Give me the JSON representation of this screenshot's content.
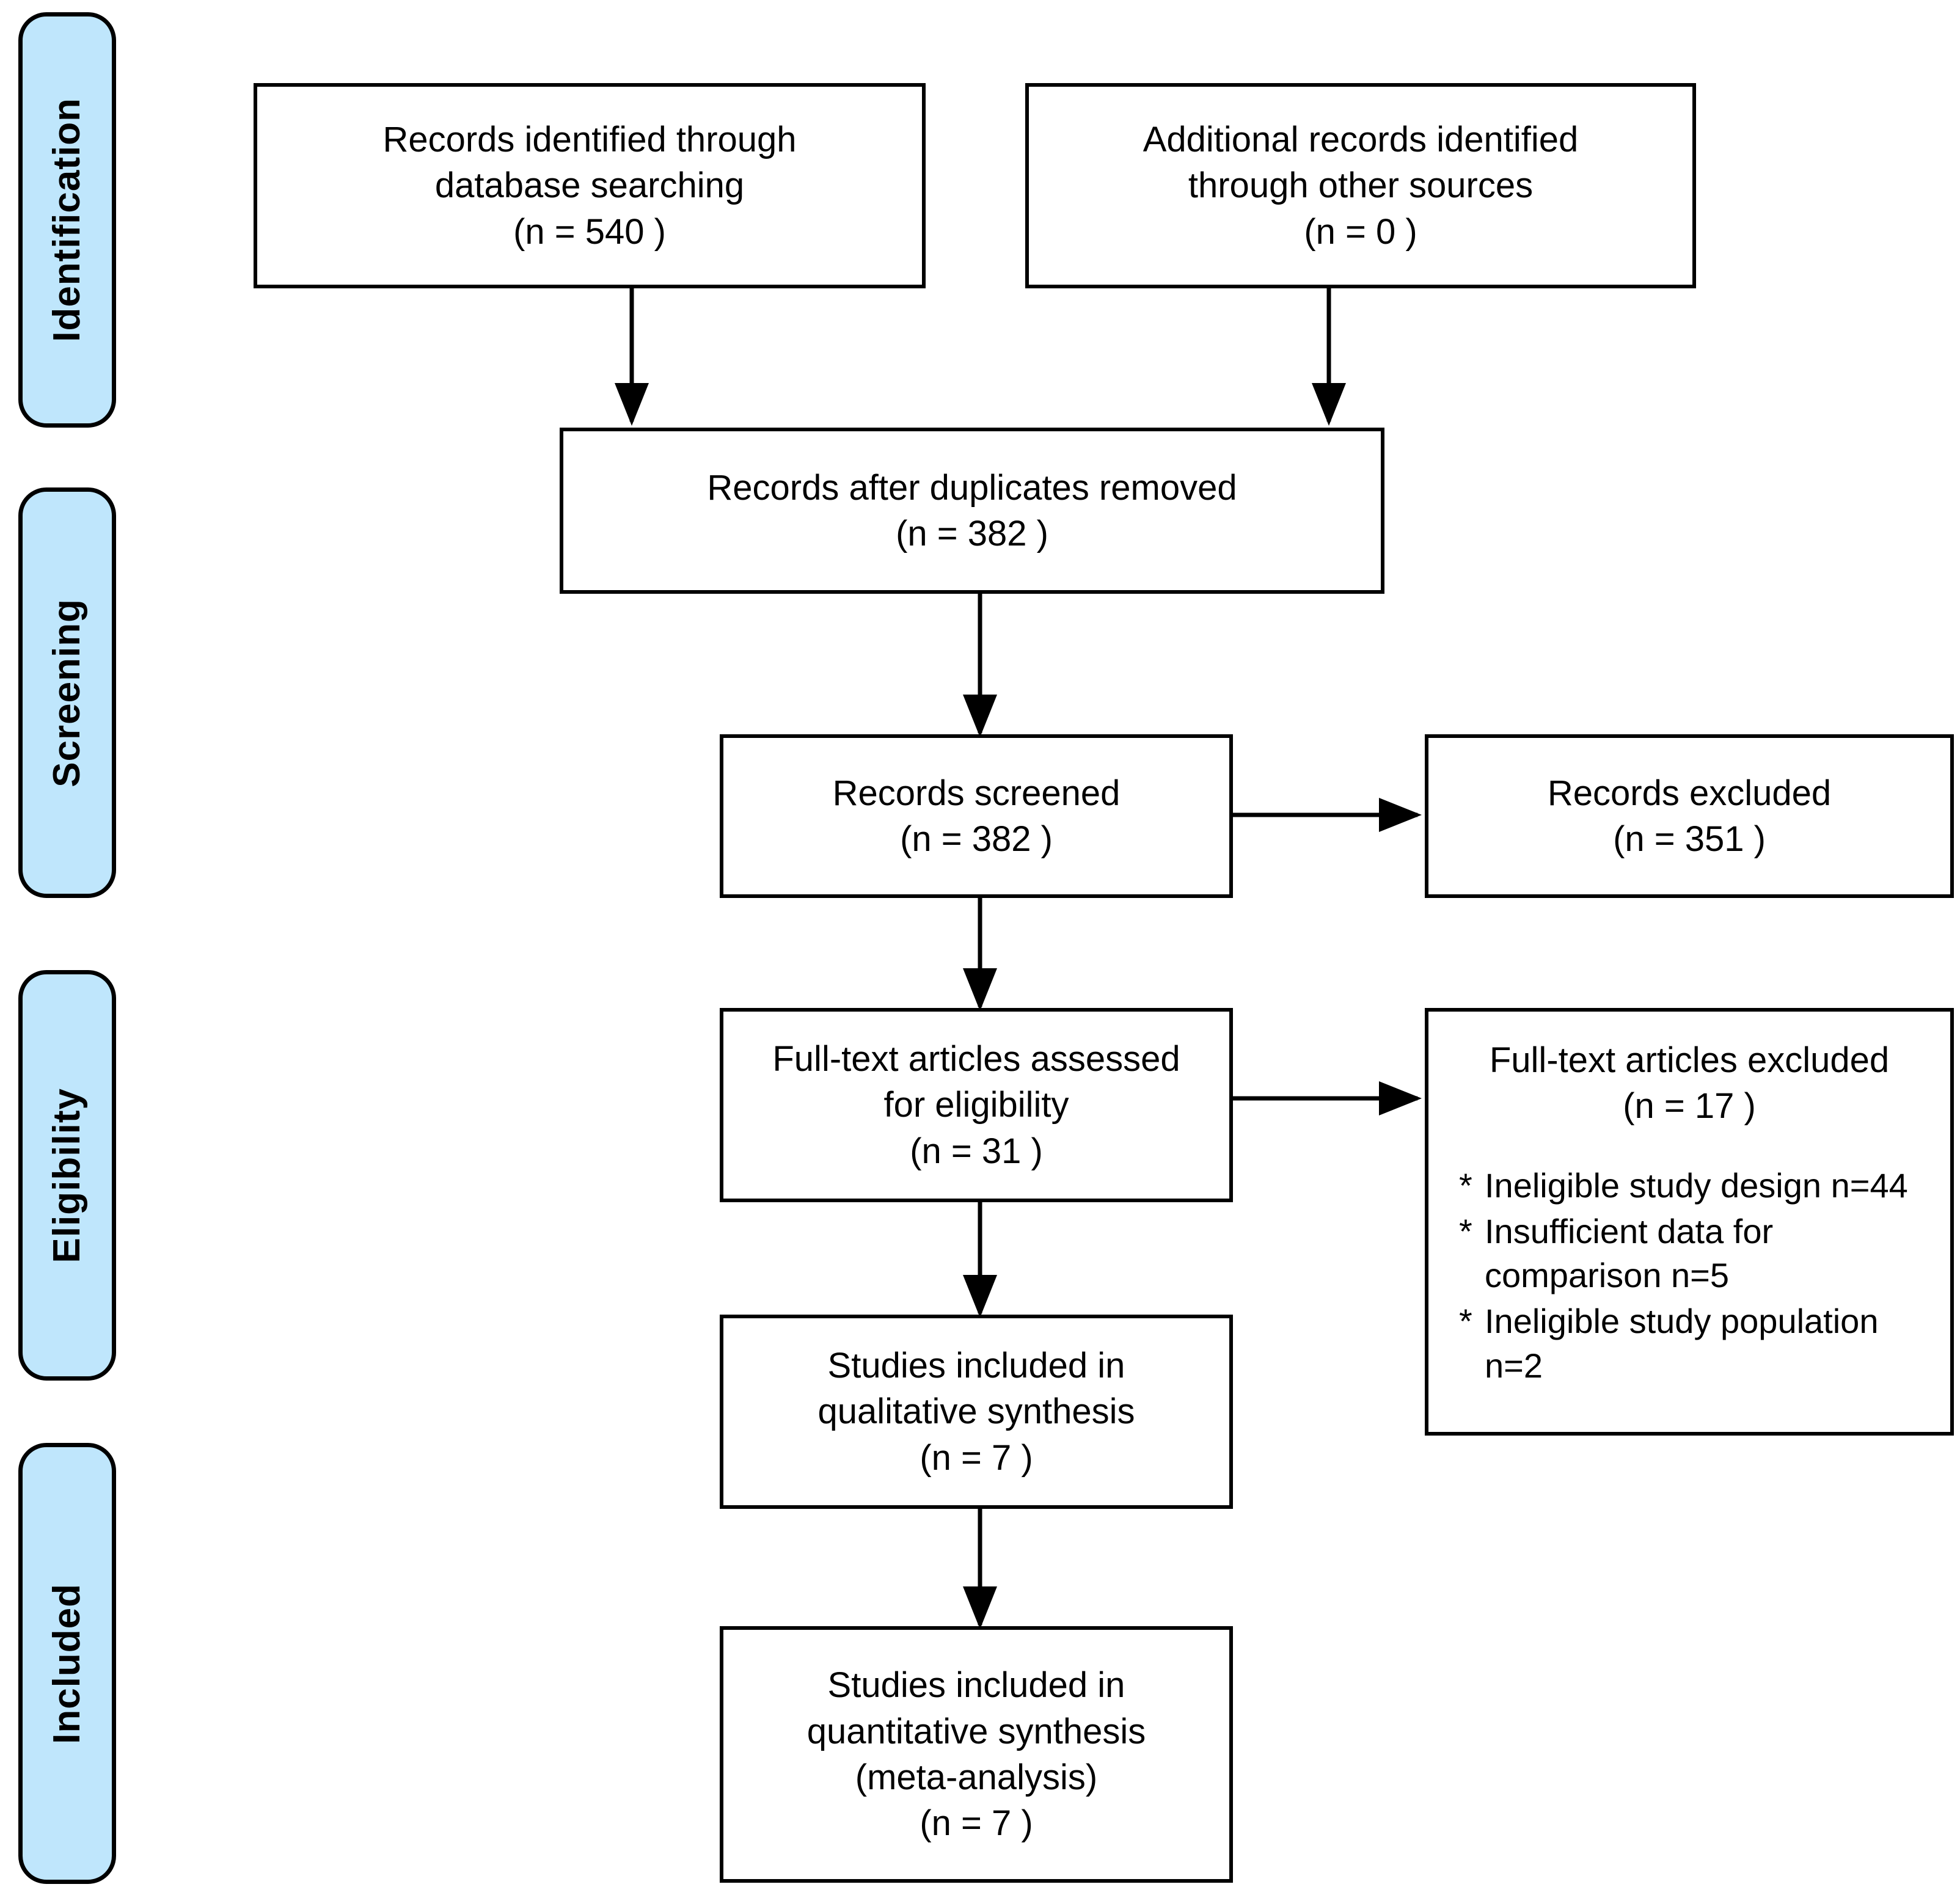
{
  "diagram": {
    "type": "prisma-flow-diagram",
    "accent_color": "#bfe6fc",
    "line_color": "#000000",
    "box_fill": "#ffffff"
  },
  "phases": [
    {
      "label": "Identification"
    },
    {
      "label": "Screening"
    },
    {
      "label": "Eligibility"
    },
    {
      "label": "Included"
    }
  ],
  "boxes": {
    "db_search": {
      "line1": "Records identified through",
      "line2": "database searching",
      "count": "(n = 540 )"
    },
    "other_sources": {
      "line1": "Additional records identified",
      "line2": "through other sources",
      "count": "(n = 0 )"
    },
    "duplicates_removed": {
      "line1": "Records after duplicates removed",
      "count": "(n =  382 )"
    },
    "records_screened": {
      "line1": "Records screened",
      "count": "(n = 382 )"
    },
    "records_excluded": {
      "line1": "Records excluded",
      "count": "(n = 351 )"
    },
    "fulltext_assessed": {
      "line1": "Full-text articles assessed",
      "line2": "for eligibility",
      "count": "(n = 31 )"
    },
    "fulltext_excluded": {
      "line1": "Full-text articles excluded",
      "count": "(n = 17 )",
      "bullet_marker": "*",
      "reasons": [
        "Ineligible study design n=44",
        "Insufficient data for comparison n=5",
        "Ineligible study population n=2"
      ]
    },
    "qualitative": {
      "line1": "Studies included in",
      "line2": "qualitative synthesis",
      "count": "(n = 7 )"
    },
    "quantitative": {
      "line1": "Studies included in",
      "line2": "quantitative synthesis",
      "line3": "(meta-analysis)",
      "count": "(n =  7 )"
    }
  }
}
